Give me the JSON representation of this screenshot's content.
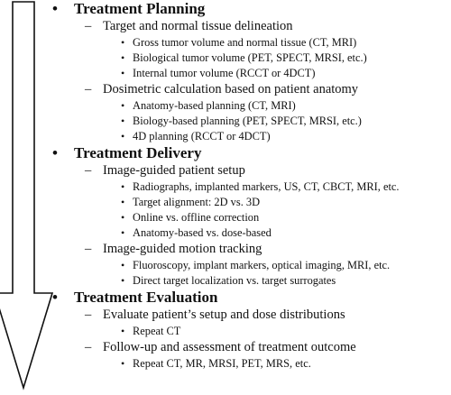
{
  "outline": {
    "bullet_l1": "•",
    "bullet_l2": "–",
    "bullet_l3": "•",
    "sections": [
      {
        "title": "Treatment Planning",
        "items": [
          {
            "label": "Target and normal tissue delineation",
            "subitems": [
              "Gross tumor volume and normal tissue (CT, MRI)",
              "Biological tumor volume (PET, SPECT, MRSI, etc.)",
              "Internal tumor volume (RCCT or 4DCT)"
            ]
          },
          {
            "label": "Dosimetric calculation based on patient anatomy",
            "subitems": [
              "Anatomy-based planning (CT, MRI)",
              "Biology-based planning (PET, SPECT, MRSI, etc.)",
              "4D planning (RCCT or 4DCT)"
            ]
          }
        ]
      },
      {
        "title": "Treatment Delivery",
        "items": [
          {
            "label": "Image-guided patient setup",
            "subitems": [
              "Radiographs, implanted markers, US, CT, CBCT, MRI, etc.",
              "Target alignment: 2D vs. 3D",
              "Online vs. offline correction",
              "Anatomy-based vs. dose-based"
            ]
          },
          {
            "label": "Image-guided motion tracking",
            "subitems": [
              "Fluoroscopy, implant markers, optical imaging, MRI, etc.",
              "Direct target localization vs. target surrogates"
            ]
          }
        ]
      },
      {
        "title": "Treatment Evaluation",
        "items": [
          {
            "label": "Evaluate patient’s setup and dose distributions",
            "subitems": [
              "Repeat CT"
            ]
          },
          {
            "label": "Follow-up and assessment of treatment outcome",
            "subitems": [
              "Repeat CT, MR, MRSI, PET, MRS, etc."
            ]
          }
        ]
      }
    ]
  }
}
